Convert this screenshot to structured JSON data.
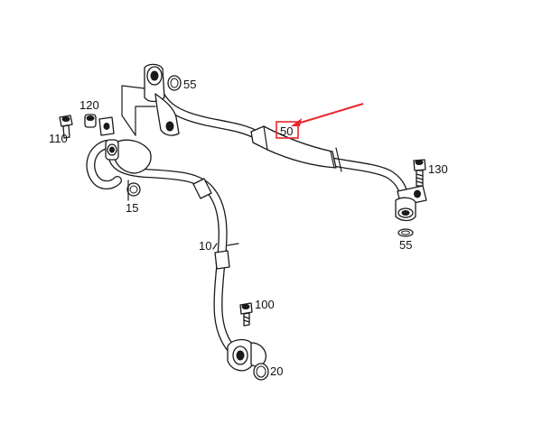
{
  "diagram": {
    "callouts": [
      {
        "id": "55-top",
        "label": "55"
      },
      {
        "id": "120",
        "label": "120"
      },
      {
        "id": "110",
        "label": "110"
      },
      {
        "id": "15",
        "label": "15"
      },
      {
        "id": "50",
        "label": "50"
      },
      {
        "id": "130",
        "label": "130"
      },
      {
        "id": "55-right",
        "label": "55"
      },
      {
        "id": "10",
        "label": "10"
      },
      {
        "id": "100",
        "label": "100"
      },
      {
        "id": "20",
        "label": "20"
      }
    ],
    "highlight": {
      "label": "50",
      "color": "#e8262d"
    }
  }
}
